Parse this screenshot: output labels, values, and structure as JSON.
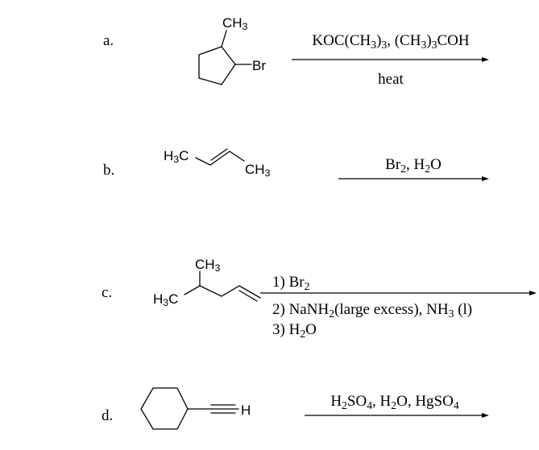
{
  "problems": [
    {
      "label": "a.",
      "substrate_atoms": [
        [
          {
            "t": "CH"
          },
          {
            "t": "3",
            "sub": true
          }
        ],
        [
          {
            "t": "Br"
          }
        ]
      ],
      "reagents_above": [
        [
          {
            "t": "KOC(CH"
          },
          {
            "t": "3",
            "sub": true
          },
          {
            "t": ")"
          },
          {
            "t": "3",
            "sub": true
          },
          {
            "t": ", (CH"
          },
          {
            "t": "3",
            "sub": true
          },
          {
            "t": ")"
          },
          {
            "t": "3",
            "sub": true
          },
          {
            "t": "COH"
          }
        ]
      ],
      "reagents_below": [
        [
          {
            "t": "heat"
          }
        ]
      ]
    },
    {
      "label": "b.",
      "substrate_atoms": [
        [
          {
            "t": "H"
          },
          {
            "t": "3",
            "sub": true
          },
          {
            "t": "C"
          }
        ],
        [
          {
            "t": "CH"
          },
          {
            "t": "3",
            "sub": true
          }
        ]
      ],
      "reagents_above": [
        [
          {
            "t": "Br"
          },
          {
            "t": "2",
            "sub": true
          },
          {
            "t": ", H"
          },
          {
            "t": "2",
            "sub": true
          },
          {
            "t": "O"
          }
        ]
      ],
      "reagents_below": []
    },
    {
      "label": "c.",
      "substrate_atoms": [
        [
          {
            "t": "CH"
          },
          {
            "t": "3",
            "sub": true
          }
        ],
        [
          {
            "t": "H"
          },
          {
            "t": "3",
            "sub": true
          },
          {
            "t": "C"
          }
        ]
      ],
      "reagents_above": [
        [
          {
            "t": "1) Br"
          },
          {
            "t": "2",
            "sub": true
          }
        ]
      ],
      "reagents_below": [
        [
          {
            "t": "2) NaNH"
          },
          {
            "t": "2",
            "sub": true
          },
          {
            "t": "(large excess), NH"
          },
          {
            "t": "3",
            "sub": true
          },
          {
            "t": " (l)"
          }
        ],
        [
          {
            "t": "3) H"
          },
          {
            "t": "2",
            "sub": true
          },
          {
            "t": "O"
          }
        ]
      ]
    },
    {
      "label": "d.",
      "substrate_atoms": [
        [
          {
            "t": "H"
          }
        ]
      ],
      "reagents_above": [
        [
          {
            "t": "H"
          },
          {
            "t": "2",
            "sub": true
          },
          {
            "t": "SO"
          },
          {
            "t": "4",
            "sub": true
          },
          {
            "t": ", H"
          },
          {
            "t": "2",
            "sub": true
          },
          {
            "t": "O, HgSO"
          },
          {
            "t": "4",
            "sub": true
          }
        ]
      ],
      "reagents_below": []
    }
  ]
}
